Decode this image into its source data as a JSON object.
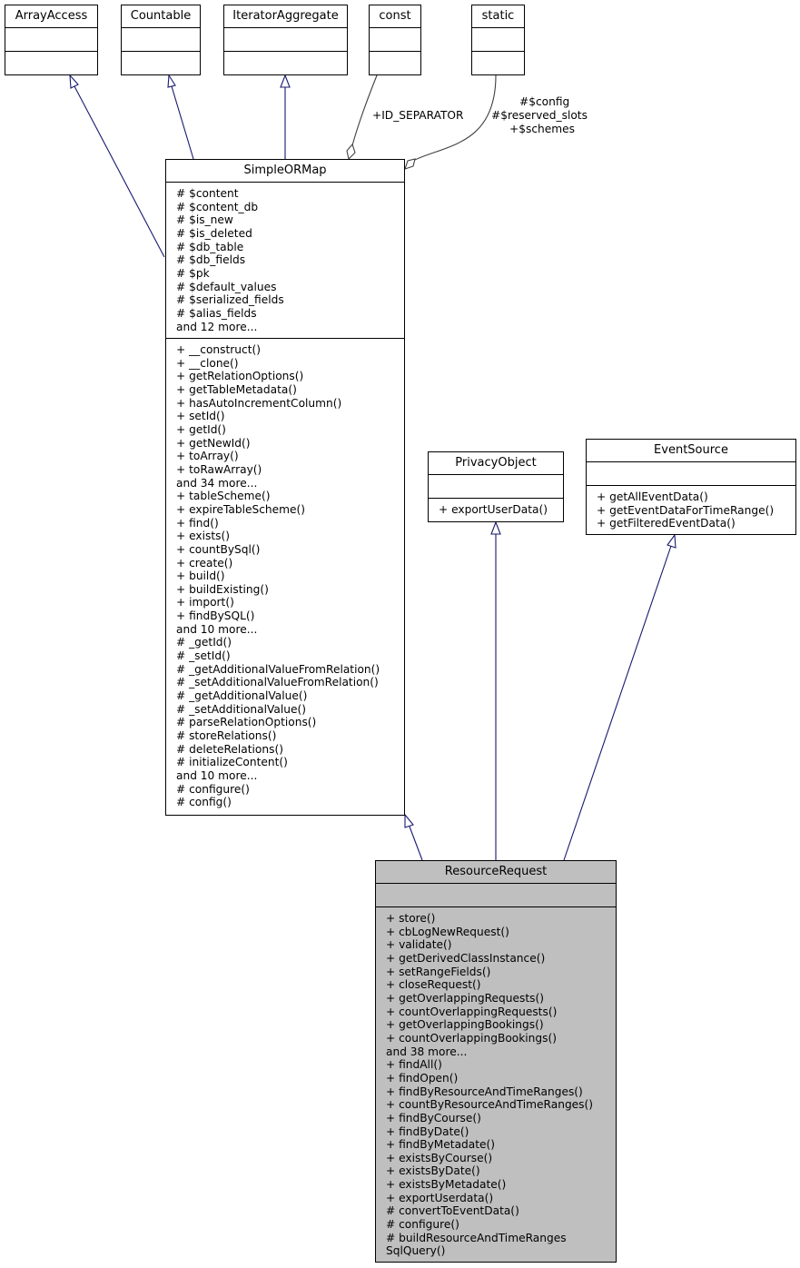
{
  "classes": {
    "array_access": {
      "name": "ArrayAccess"
    },
    "countable": {
      "name": "Countable"
    },
    "iterator_aggregate": {
      "name": "IteratorAggregate"
    },
    "const": {
      "name": "const"
    },
    "static": {
      "name": "static"
    },
    "simple_orm_map": {
      "name": "SimpleORMap",
      "attributes": [
        "# $content",
        "# $content_db",
        "# $is_new",
        "# $is_deleted",
        "# $db_table",
        "# $db_fields",
        "# $pk",
        "# $default_values",
        "# $serialized_fields",
        "# $alias_fields",
        "and 12 more..."
      ],
      "methods": [
        "+ __construct()",
        "+ __clone()",
        "+ getRelationOptions()",
        "+ getTableMetadata()",
        "+ hasAutoIncrementColumn()",
        "+ setId()",
        "+ getId()",
        "+ getNewId()",
        "+ toArray()",
        "+ toRawArray()",
        "and 34 more...",
        "+ tableScheme()",
        "+ expireTableScheme()",
        "+ find()",
        "+ exists()",
        "+ countBySql()",
        "+ create()",
        "+ build()",
        "+ buildExisting()",
        "+ import()",
        "+ findBySQL()",
        "and 10 more...",
        "# _getId()",
        "# _setId()",
        "# _getAdditionalValueFromRelation()",
        "# _setAdditionalValueFromRelation()",
        "# _getAdditionalValue()",
        "# _setAdditionalValue()",
        "# parseRelationOptions()",
        "# storeRelations()",
        "# deleteRelations()",
        "# initializeContent()",
        "and 10 more...",
        "# configure()",
        "# config()"
      ]
    },
    "privacy_object": {
      "name": "PrivacyObject",
      "methods": [
        "+ exportUserData()"
      ]
    },
    "event_source": {
      "name": "EventSource",
      "methods": [
        "+ getAllEventData()",
        "+ getEventDataForTimeRange()",
        "+ getFilteredEventData()"
      ]
    },
    "resource_request": {
      "name": "ResourceRequest",
      "methods": [
        "+ store()",
        "+ cbLogNewRequest()",
        "+ validate()",
        "+ getDerivedClassInstance()",
        "+ setRangeFields()",
        "+ closeRequest()",
        "+ getOverlappingRequests()",
        "+ countOverlappingRequests()",
        "+ getOverlappingBookings()",
        "+ countOverlappingBookings()",
        "and 38 more...",
        "+ findAll()",
        "+ findOpen()",
        "+ findByResourceAndTimeRanges()",
        "+ countByResourceAndTimeRanges()",
        "+ findByCourse()",
        "+ findByDate()",
        "+ findByMetadate()",
        "+ existsByCourse()",
        "+ existsByDate()",
        "+ existsByMetadate()",
        "+ exportUserdata()",
        "# convertToEventData()",
        "# configure()",
        "# buildResourceAndTimeRanges",
        "SqlQuery()"
      ]
    }
  },
  "edge_labels": {
    "const_to_simple": "+ID_SEPARATOR",
    "static_to_simple": [
      "#$config",
      "#$reserved_slots",
      "+$schemes"
    ]
  },
  "colors": {
    "inheritance": "#191970",
    "usage": "#404040",
    "highlight_fill": "#bfbfbf"
  }
}
